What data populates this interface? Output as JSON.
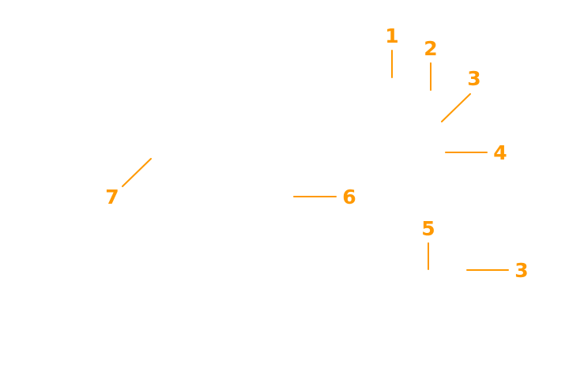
{
  "style": {
    "accent_color": "#ff9900",
    "background_color": "#ffffff"
  },
  "callouts": [
    {
      "label": "1"
    },
    {
      "label": "2"
    },
    {
      "label": "3"
    },
    {
      "label": "4"
    },
    {
      "label": "5"
    },
    {
      "label": "3"
    },
    {
      "label": "6"
    },
    {
      "label": "7"
    }
  ]
}
